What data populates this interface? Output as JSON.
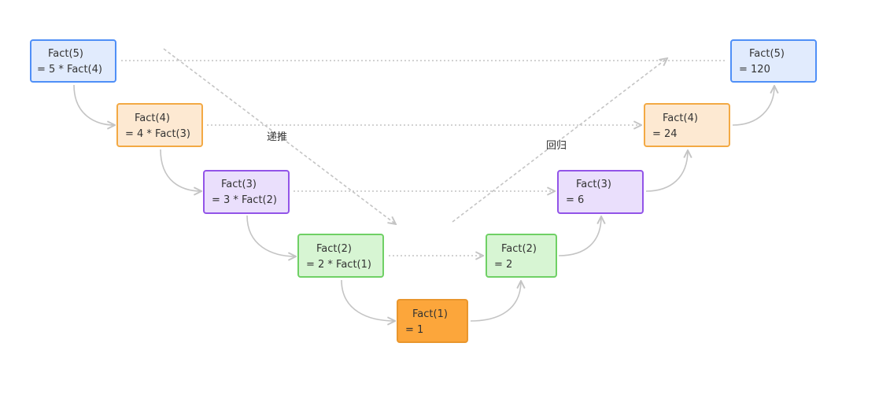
{
  "recursion": {
    "label": "递推",
    "nodes": [
      {
        "title": "Fact(5)",
        "expr": "= 5 * Fact(4)"
      },
      {
        "title": "Fact(4)",
        "expr": "= 4 * Fact(3)"
      },
      {
        "title": "Fact(3)",
        "expr": "= 3 * Fact(2)"
      },
      {
        "title": "Fact(2)",
        "expr": "= 2 * Fact(1)"
      }
    ]
  },
  "base": {
    "title": "Fact(1)",
    "expr": "= 1"
  },
  "backtrack": {
    "label": "回归",
    "nodes": [
      {
        "title": "Fact(2)",
        "expr": "= 2"
      },
      {
        "title": "Fact(3)",
        "expr": "= 6"
      },
      {
        "title": "Fact(4)",
        "expr": "= 24"
      },
      {
        "title": "Fact(5)",
        "expr": "= 120"
      }
    ]
  },
  "colors": {
    "level5": "#4f8ff7",
    "level4": "#f3a944",
    "level3": "#9254e8",
    "level2": "#6fd065",
    "base": "#fca63b",
    "connector": "#c4c4c4"
  }
}
